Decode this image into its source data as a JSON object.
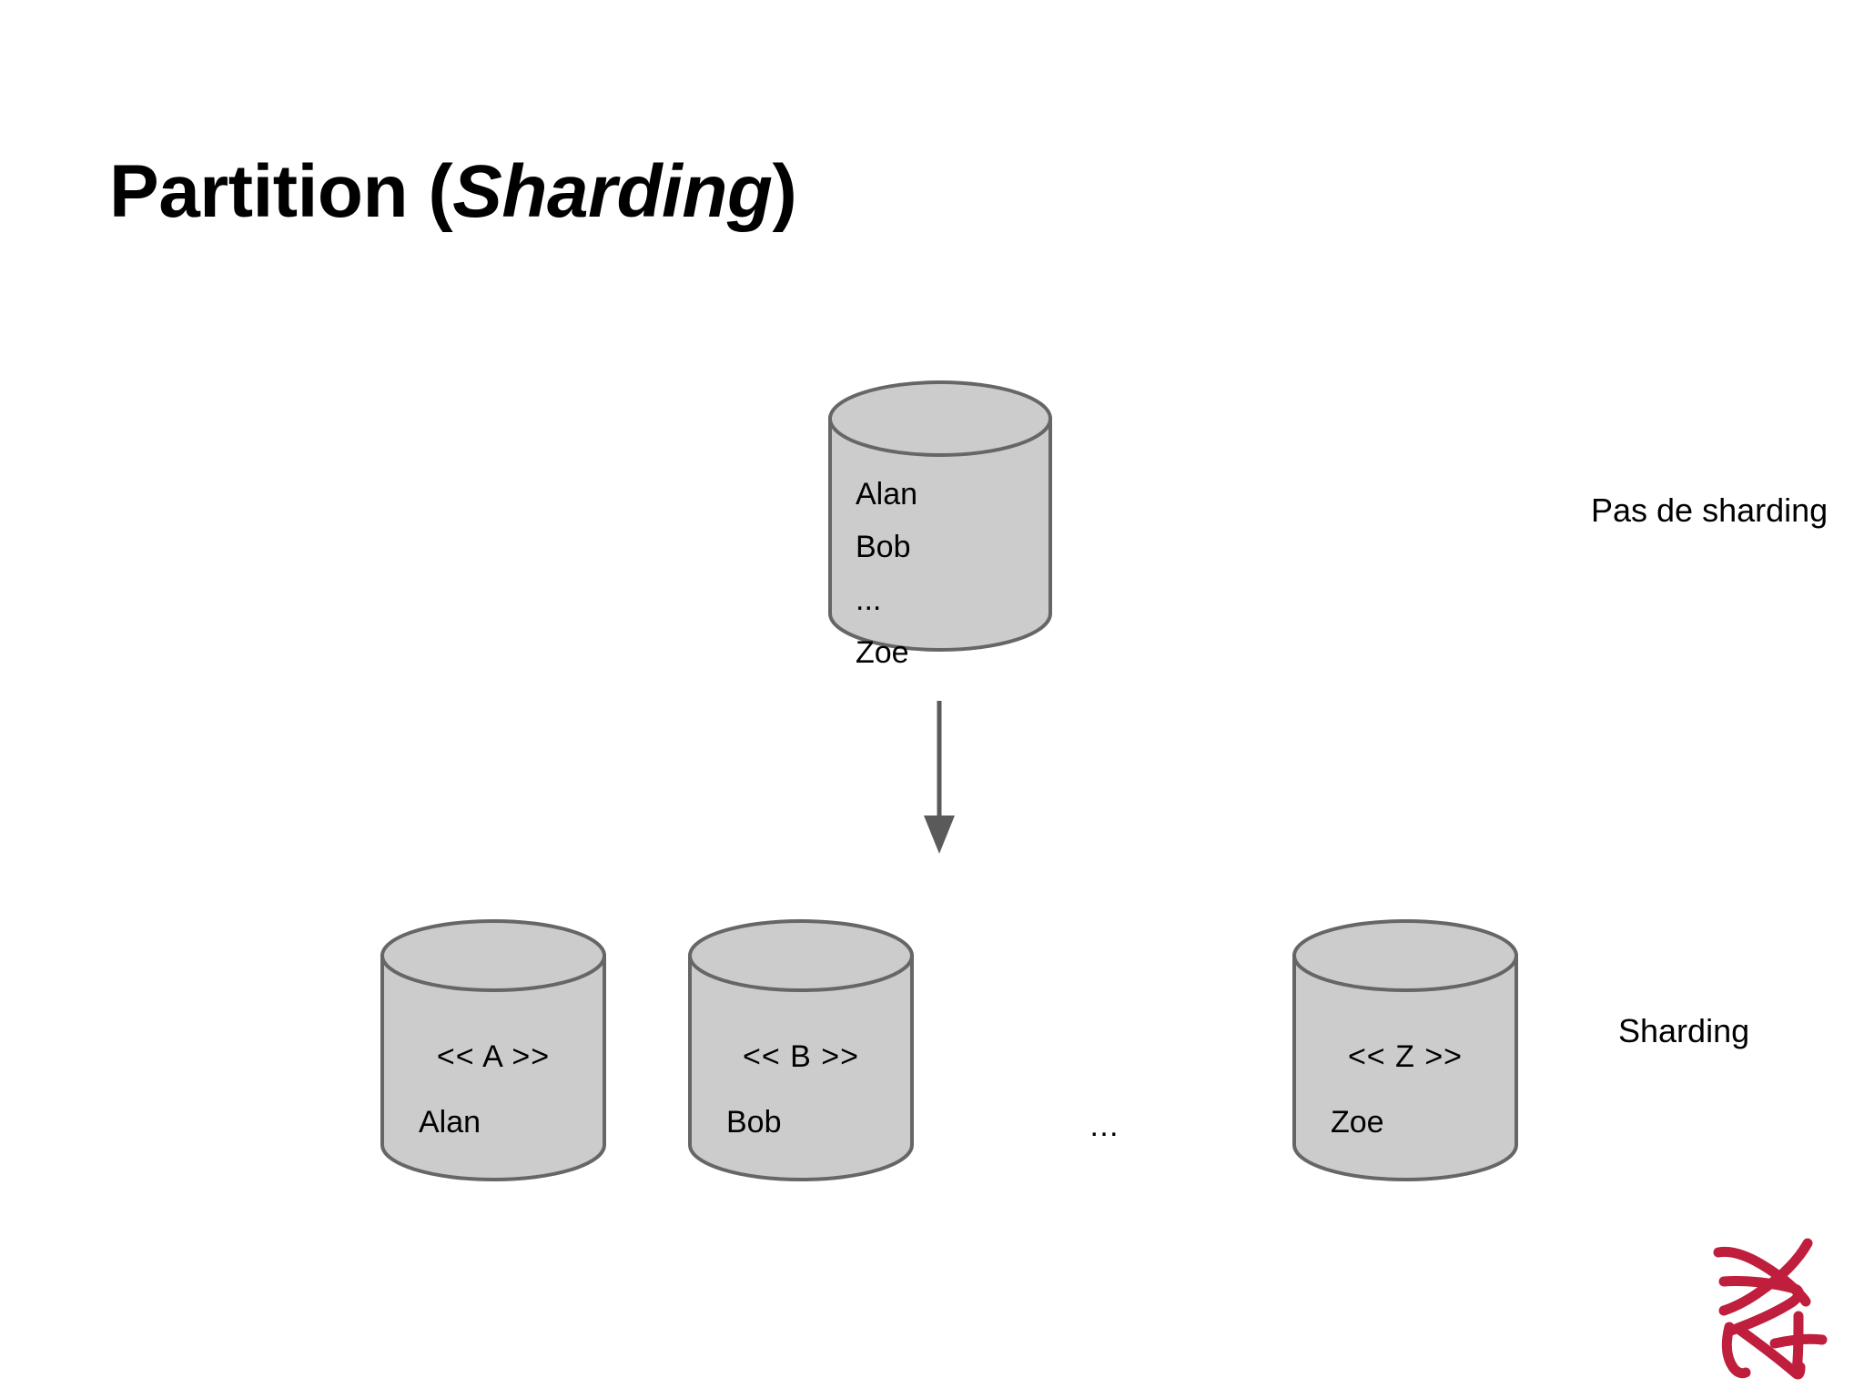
{
  "slide": {
    "title_main": "Partition (",
    "title_emphasis": "Sharding",
    "title_close": ")"
  },
  "source_database": {
    "name": "source-database",
    "entries": [
      "Alan",
      "Bob",
      "...",
      "Zoe"
    ]
  },
  "flow": {
    "arrow_icon": "down-arrow-icon"
  },
  "shards": [
    {
      "key_label": "<< A >>",
      "entry": "Alan"
    },
    {
      "key_label": "<< B >>",
      "entry": "Bob"
    },
    {
      "key_label": "<< Z >>",
      "entry": "Zoe"
    }
  ],
  "shard_gap_ellipsis": "…",
  "annotations": {
    "top": "Pas de sharding",
    "bottom": "Sharding"
  },
  "signature": {
    "name": "author-signature",
    "color": "#bf1e3c"
  },
  "colors": {
    "background": "#ffffff",
    "cylinder_fill": "#cccccc",
    "cylinder_stroke": "#666666",
    "arrow": "#5a5a5a",
    "text": "#000000",
    "signature": "#bf1e3c"
  }
}
